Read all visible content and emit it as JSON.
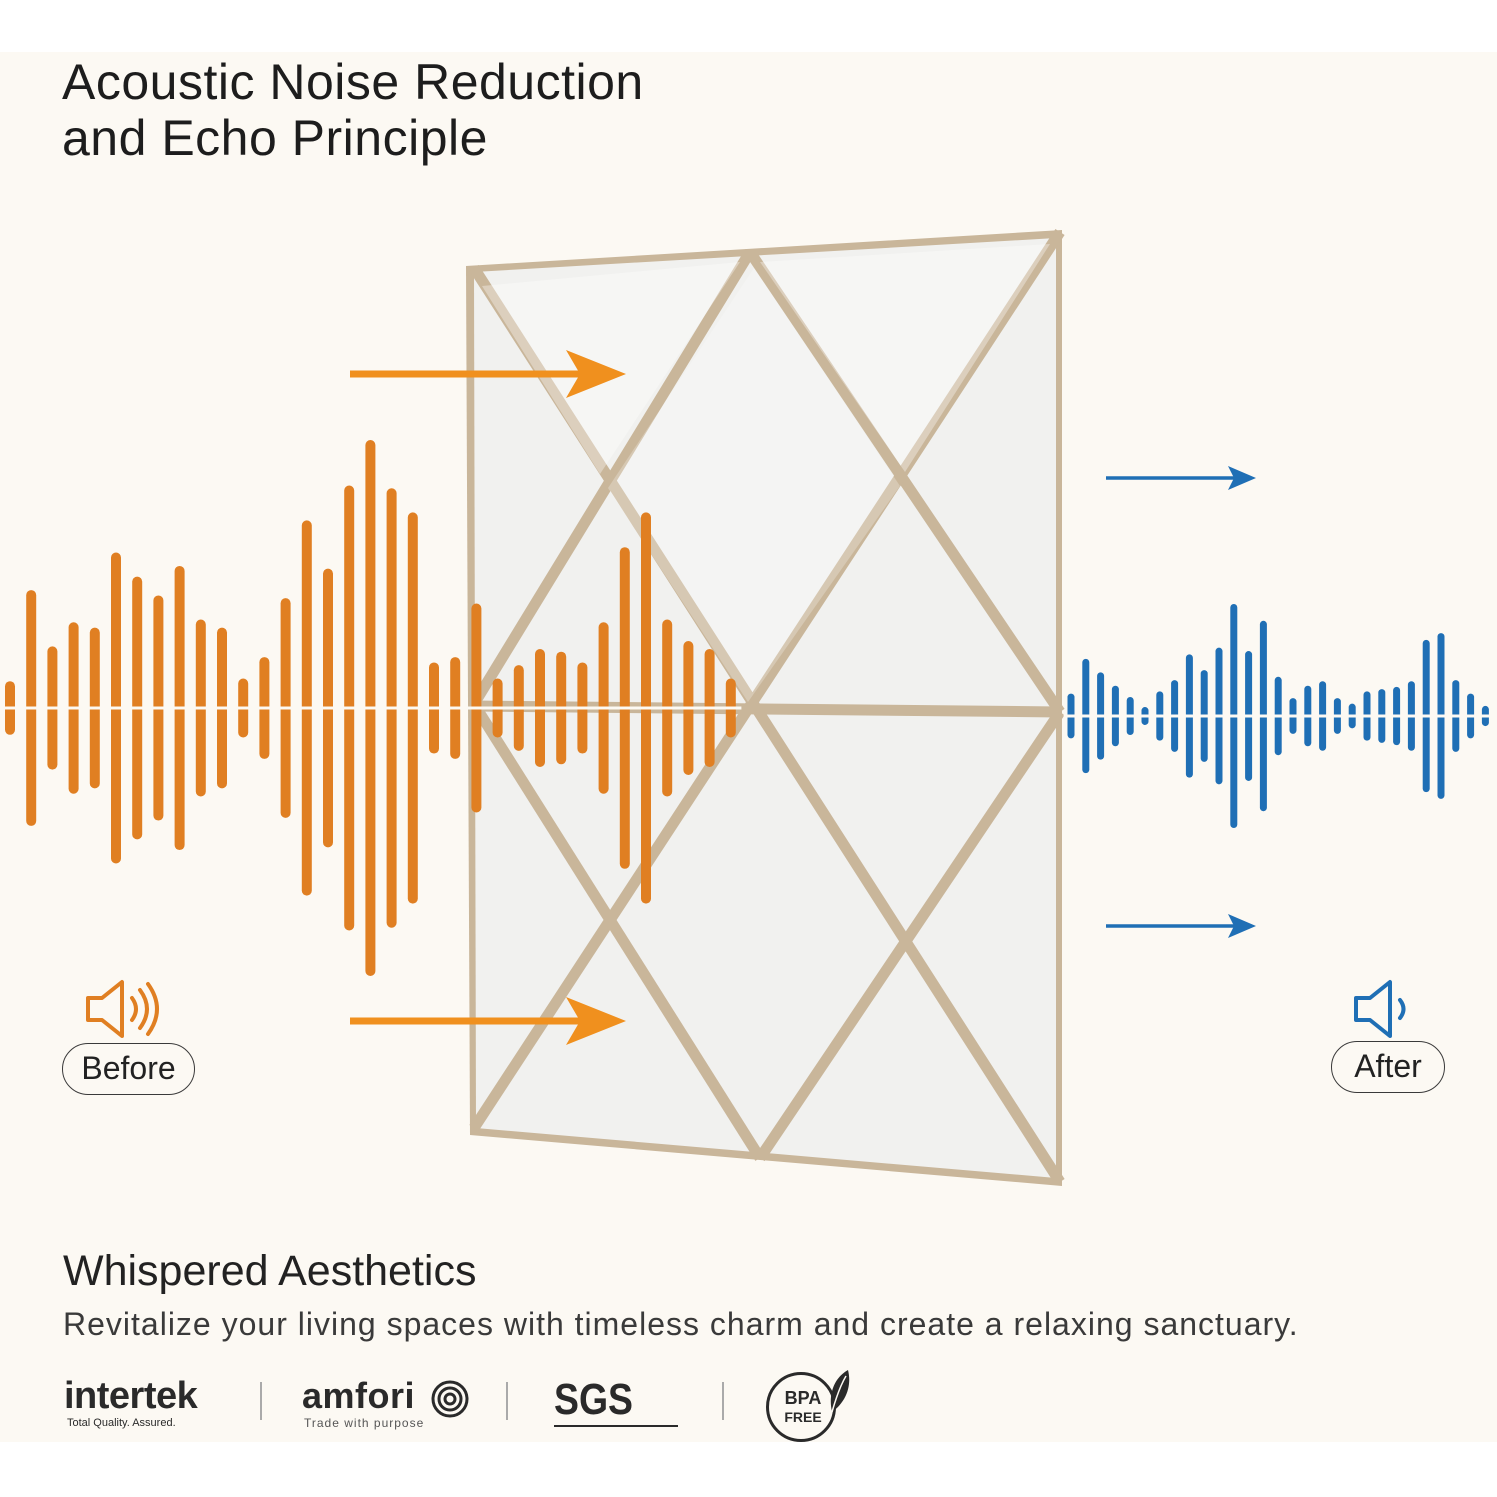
{
  "title": {
    "line1": "Acoustic Noise Reduction",
    "line2": "and Echo Principle"
  },
  "labels": {
    "before": "Before",
    "after": "After"
  },
  "subtitle": "Whispered Aesthetics",
  "description": "Revitalize your living spaces with timeless charm and create a relaxing sanctuary.",
  "certifications": {
    "intertek": {
      "name": "intertek",
      "tagline": "Total Quality. Assured."
    },
    "amfori": {
      "name": "amfori",
      "tagline": "Trade with purpose"
    },
    "sgs": {
      "name": "SGS"
    },
    "bpa": {
      "line1": "BPA",
      "line2": "FREE"
    }
  },
  "icons": {
    "speaker_loud": "speaker-loud-icon",
    "speaker_quiet": "speaker-quiet-icon",
    "arrow_in": "arrow-right-icon",
    "arrow_out": "arrow-right-icon"
  },
  "colors": {
    "background": "#fcf9f3",
    "loud_wave": "#e07f22",
    "quiet_wave": "#1f6fb5",
    "panel_face": "#f1f1ef",
    "panel_groove": "#c9b69a",
    "text": "#1d1d1d"
  },
  "waveforms": {
    "before_amplitudes": [
      0.1,
      0.44,
      0.23,
      0.32,
      0.3,
      0.58,
      0.49,
      0.42,
      0.53,
      0.33,
      0.3,
      0.11,
      0.19,
      0.41,
      0.7,
      0.52,
      0.83,
      1.0,
      0.82,
      0.73,
      0.17,
      0.19,
      0.39,
      0.11,
      0.16,
      0.22,
      0.21,
      0.17,
      0.32,
      0.6,
      0.73,
      0.33,
      0.25,
      0.22,
      0.11
    ],
    "after_amplitudes": [
      0.2,
      0.51,
      0.39,
      0.27,
      0.17,
      0.08,
      0.22,
      0.32,
      0.55,
      0.41,
      0.61,
      1.0,
      0.58,
      0.85,
      0.35,
      0.16,
      0.27,
      0.31,
      0.16,
      0.11,
      0.22,
      0.24,
      0.26,
      0.31,
      0.68,
      0.74,
      0.32,
      0.2,
      0.09
    ]
  }
}
